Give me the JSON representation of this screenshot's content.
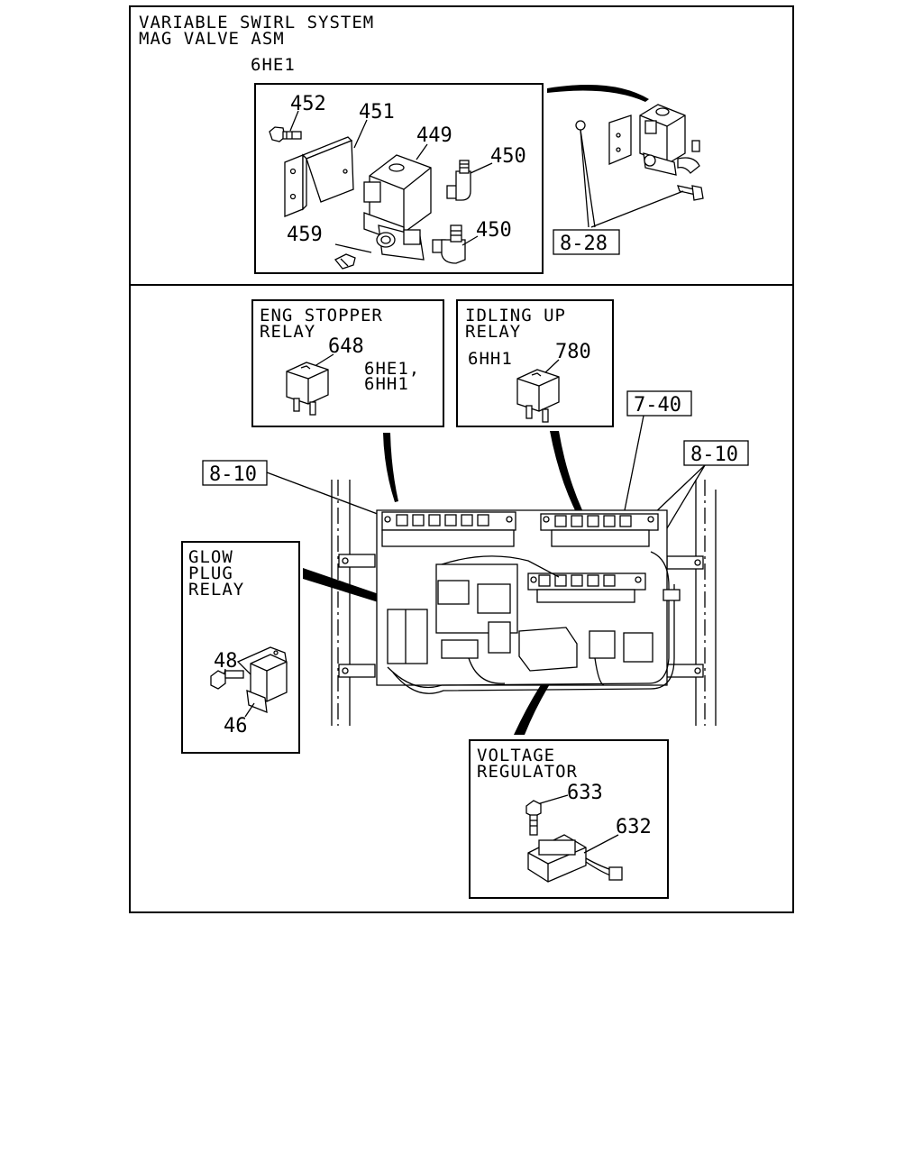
{
  "top_panel": {
    "title_line1": "VARIABLE SWIRL SYSTEM",
    "title_line2": "MAG VALVE ASM",
    "engine": "6HE1",
    "parts": {
      "p452": "452",
      "p451": "451",
      "p449": "449",
      "p450a": "450",
      "p450b": "450",
      "p459": "459"
    },
    "ref": "8-28"
  },
  "eng_stopper": {
    "title_line1": "ENG STOPPER",
    "title_line2": "RELAY",
    "part": "648",
    "engine_line1": "6HE1,",
    "engine_line2": "6HH1"
  },
  "idling_up": {
    "title_line1": "IDLING UP",
    "title_line2": "RELAY",
    "engine": "6HH1",
    "part": "780"
  },
  "refs": {
    "ref_7_40": "7-40",
    "ref_8_10_left": "8-10",
    "ref_8_10_right": "8-10"
  },
  "glow_plug": {
    "title_line1": "GLOW",
    "title_line2": "PLUG",
    "title_line3": "RELAY",
    "part_bolt": "48",
    "part_relay": "46"
  },
  "voltage_regulator": {
    "title_line1": "VOLTAGE",
    "title_line2": "REGULATOR",
    "part_bolt": "633",
    "part_reg": "632"
  }
}
